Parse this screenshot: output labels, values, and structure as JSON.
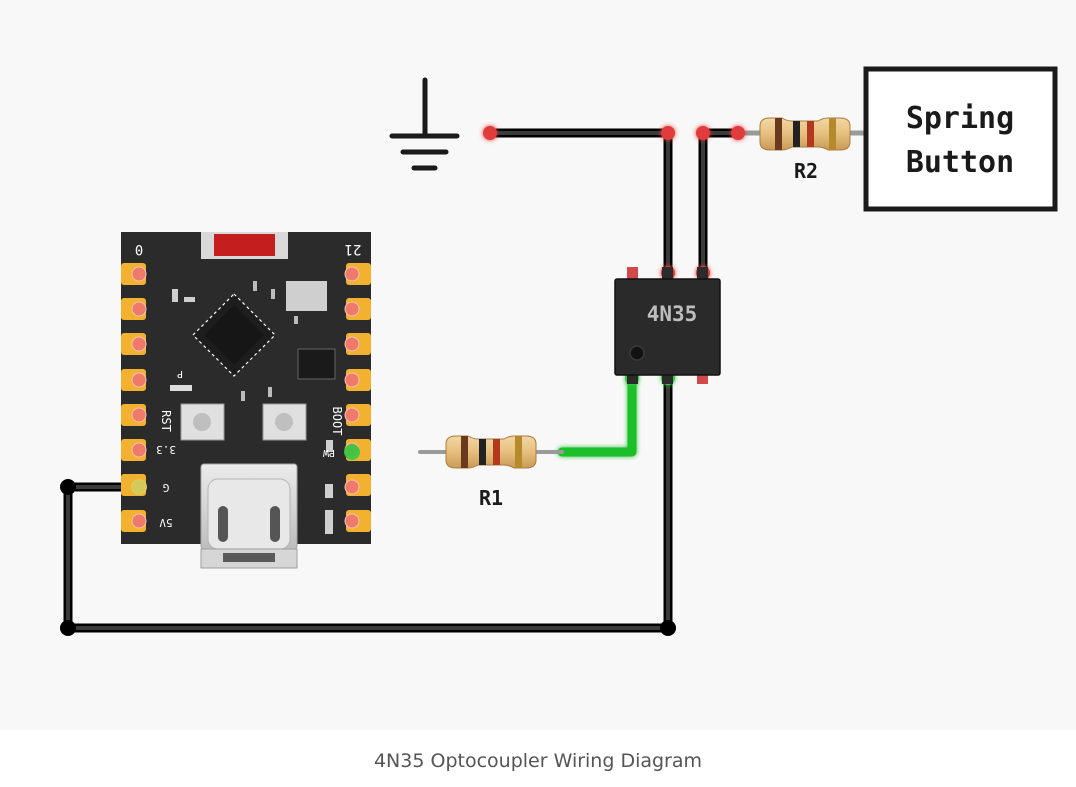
{
  "caption": "4N35 Optocoupler Wiring Diagram",
  "components": {
    "optocoupler": {
      "label": "4N35"
    },
    "resistor_r1": {
      "label": "R1"
    },
    "resistor_r2": {
      "label": "R2"
    },
    "button": {
      "line1": "Spring",
      "line2": "Button"
    },
    "board": {
      "pin_labels": {
        "top_left": "0",
        "top_right": "21",
        "rst": "RST",
        "boot": "BOOT",
        "v33": "3.3",
        "gnd": "G",
        "v5": "5V",
        "pin_pw": "PW",
        "pwr_led": "P"
      }
    }
  },
  "colors": {
    "wire": "#1a1a1a",
    "signal_wire": "#1fbf2a",
    "pin_highlight_red": "#e23b3b",
    "pin_highlight_green": "#34c93e",
    "board": "#2b2b2b",
    "pad": "#f2b230"
  }
}
